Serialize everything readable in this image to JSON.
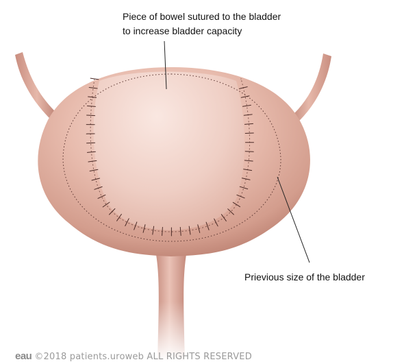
{
  "annotations": {
    "top_line1": "Piece of bowel sutured to the bladder",
    "top_line2": "to increase bladder capacity",
    "right_label": "Prievious size of the bladder"
  },
  "footer": {
    "logo_text": "eau",
    "copyright": "©2018 patients.uroweb ALL RIGHTS RESERVED"
  },
  "colors": {
    "bladder_light": "#f0cfc6",
    "bladder_mid": "#dba596",
    "bladder_dark": "#b87a6c",
    "suture": "#4a2a26"
  }
}
